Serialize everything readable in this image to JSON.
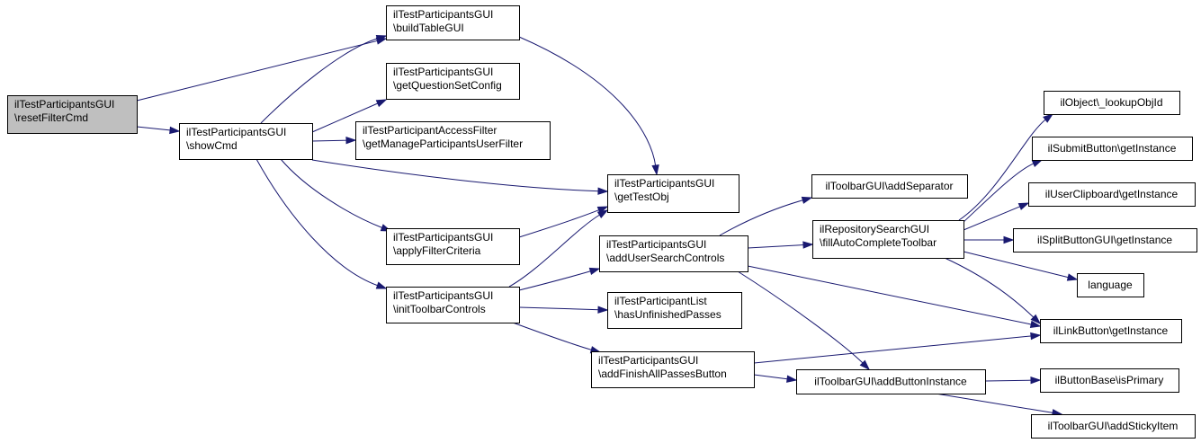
{
  "diagram": {
    "nodes": [
      {
        "id": "resetFilterCmd",
        "lines": [
          "ilTestParticipantsGUI",
          "\\resetFilterCmd"
        ],
        "root": true
      },
      {
        "id": "buildTableGUI",
        "lines": [
          "ilTestParticipantsGUI",
          "\\buildTableGUI"
        ]
      },
      {
        "id": "showCmd",
        "lines": [
          "ilTestParticipantsGUI",
          "\\showCmd"
        ]
      },
      {
        "id": "getQuestionSetConfig",
        "lines": [
          "ilTestParticipantsGUI",
          "\\getQuestionSetConfig"
        ]
      },
      {
        "id": "getManageParticipantsUserFilter",
        "lines": [
          "ilTestParticipantAccessFilter",
          "\\getManageParticipantsUserFilter"
        ]
      },
      {
        "id": "getTestObj",
        "lines": [
          "ilTestParticipantsGUI",
          "\\getTestObj"
        ]
      },
      {
        "id": "applyFilterCriteria",
        "lines": [
          "ilTestParticipantsGUI",
          "\\applyFilterCriteria"
        ]
      },
      {
        "id": "initToolbarControls",
        "lines": [
          "ilTestParticipantsGUI",
          "\\initToolbarControls"
        ]
      },
      {
        "id": "addUserSearchControls",
        "lines": [
          "ilTestParticipantsGUI",
          "\\addUserSearchControls"
        ]
      },
      {
        "id": "hasUnfinishedPasses",
        "lines": [
          "ilTestParticipantList",
          "\\hasUnfinishedPasses"
        ]
      },
      {
        "id": "addFinishAllPassesButton",
        "lines": [
          "ilTestParticipantsGUI",
          "\\addFinishAllPassesButton"
        ]
      },
      {
        "id": "addSeparator",
        "lines": [
          "ilToolbarGUI\\addSeparator"
        ]
      },
      {
        "id": "fillAutoCompleteToolbar",
        "lines": [
          "ilRepositorySearchGUI",
          "\\fillAutoCompleteToolbar"
        ]
      },
      {
        "id": "addButtonInstance",
        "lines": [
          "ilToolbarGUI\\addButtonInstance"
        ]
      },
      {
        "id": "lookupObjId",
        "lines": [
          "ilObject\\_lookupObjId"
        ]
      },
      {
        "id": "submitGetInstance",
        "lines": [
          "ilSubmitButton\\getInstance"
        ]
      },
      {
        "id": "clipboardGetInstance",
        "lines": [
          "ilUserClipboard\\getInstance"
        ]
      },
      {
        "id": "splitGetInstance",
        "lines": [
          "ilSplitButtonGUI\\getInstance"
        ]
      },
      {
        "id": "language",
        "lines": [
          "language"
        ]
      },
      {
        "id": "linkGetInstance",
        "lines": [
          "ilLinkButton\\getInstance"
        ]
      },
      {
        "id": "isPrimary",
        "lines": [
          "ilButtonBase\\isPrimary"
        ]
      },
      {
        "id": "addStickyItem",
        "lines": [
          "ilToolbarGUI\\addStickyItem"
        ]
      }
    ],
    "edges": [
      [
        "resetFilterCmd",
        "buildTableGUI"
      ],
      [
        "resetFilterCmd",
        "showCmd"
      ],
      [
        "showCmd",
        "buildTableGUI"
      ],
      [
        "showCmd",
        "getQuestionSetConfig"
      ],
      [
        "showCmd",
        "getManageParticipantsUserFilter"
      ],
      [
        "showCmd",
        "getTestObj"
      ],
      [
        "showCmd",
        "applyFilterCriteria"
      ],
      [
        "showCmd",
        "initToolbarControls"
      ],
      [
        "buildTableGUI",
        "getTestObj"
      ],
      [
        "applyFilterCriteria",
        "getTestObj"
      ],
      [
        "initToolbarControls",
        "getTestObj"
      ],
      [
        "initToolbarControls",
        "addUserSearchControls"
      ],
      [
        "initToolbarControls",
        "hasUnfinishedPasses"
      ],
      [
        "initToolbarControls",
        "addFinishAllPassesButton"
      ],
      [
        "addUserSearchControls",
        "addSeparator"
      ],
      [
        "addUserSearchControls",
        "fillAutoCompleteToolbar"
      ],
      [
        "addUserSearchControls",
        "linkGetInstance"
      ],
      [
        "addUserSearchControls",
        "addButtonInstance"
      ],
      [
        "fillAutoCompleteToolbar",
        "lookupObjId"
      ],
      [
        "fillAutoCompleteToolbar",
        "submitGetInstance"
      ],
      [
        "fillAutoCompleteToolbar",
        "clipboardGetInstance"
      ],
      [
        "fillAutoCompleteToolbar",
        "splitGetInstance"
      ],
      [
        "fillAutoCompleteToolbar",
        "language"
      ],
      [
        "fillAutoCompleteToolbar",
        "linkGetInstance"
      ],
      [
        "addFinishAllPassesButton",
        "linkGetInstance"
      ],
      [
        "addFinishAllPassesButton",
        "addButtonInstance"
      ],
      [
        "addButtonInstance",
        "isPrimary"
      ],
      [
        "addButtonInstance",
        "addStickyItem"
      ]
    ],
    "colors": {
      "edge": "#191970",
      "root_fill": "#bfbfbf",
      "node_fill": "#ffffff",
      "node_stroke": "#000000"
    }
  }
}
